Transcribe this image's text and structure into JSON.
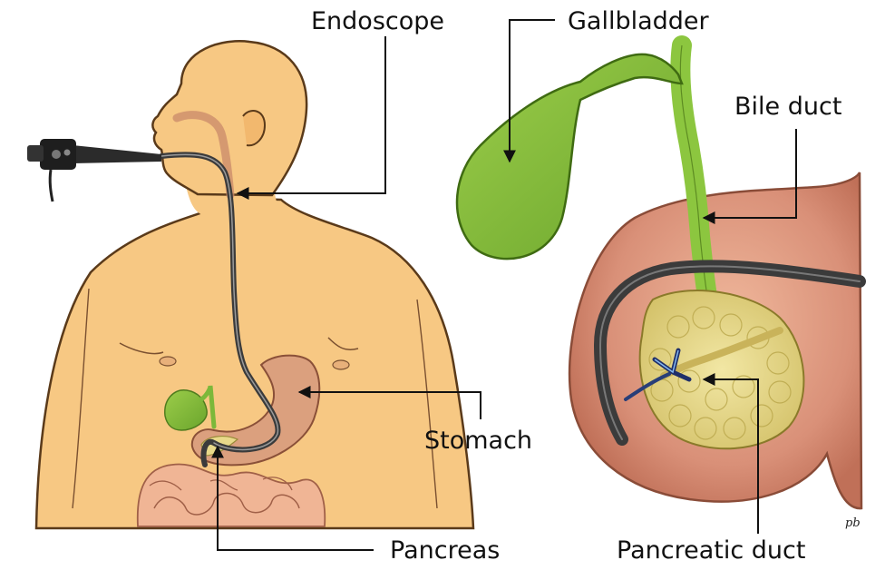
{
  "labels": {
    "endoscope": "Endoscope",
    "gallbladder": "Gallbladder",
    "bile_duct": "Bile duct",
    "stomach": "Stomach",
    "pancreas": "Pancreas",
    "pancreatic_duct": "Pancreatic duct"
  },
  "signature": "pb",
  "colors": {
    "skin": "#f7c883",
    "skin_outline": "#5a3a1a",
    "gallbladder": "#7cb83a",
    "endoscope": "#3b3b3b",
    "stomach": "#d89a7a",
    "pancreas": "#e8d98a",
    "duodenum": "#d9987e",
    "pointer": "#111111"
  }
}
